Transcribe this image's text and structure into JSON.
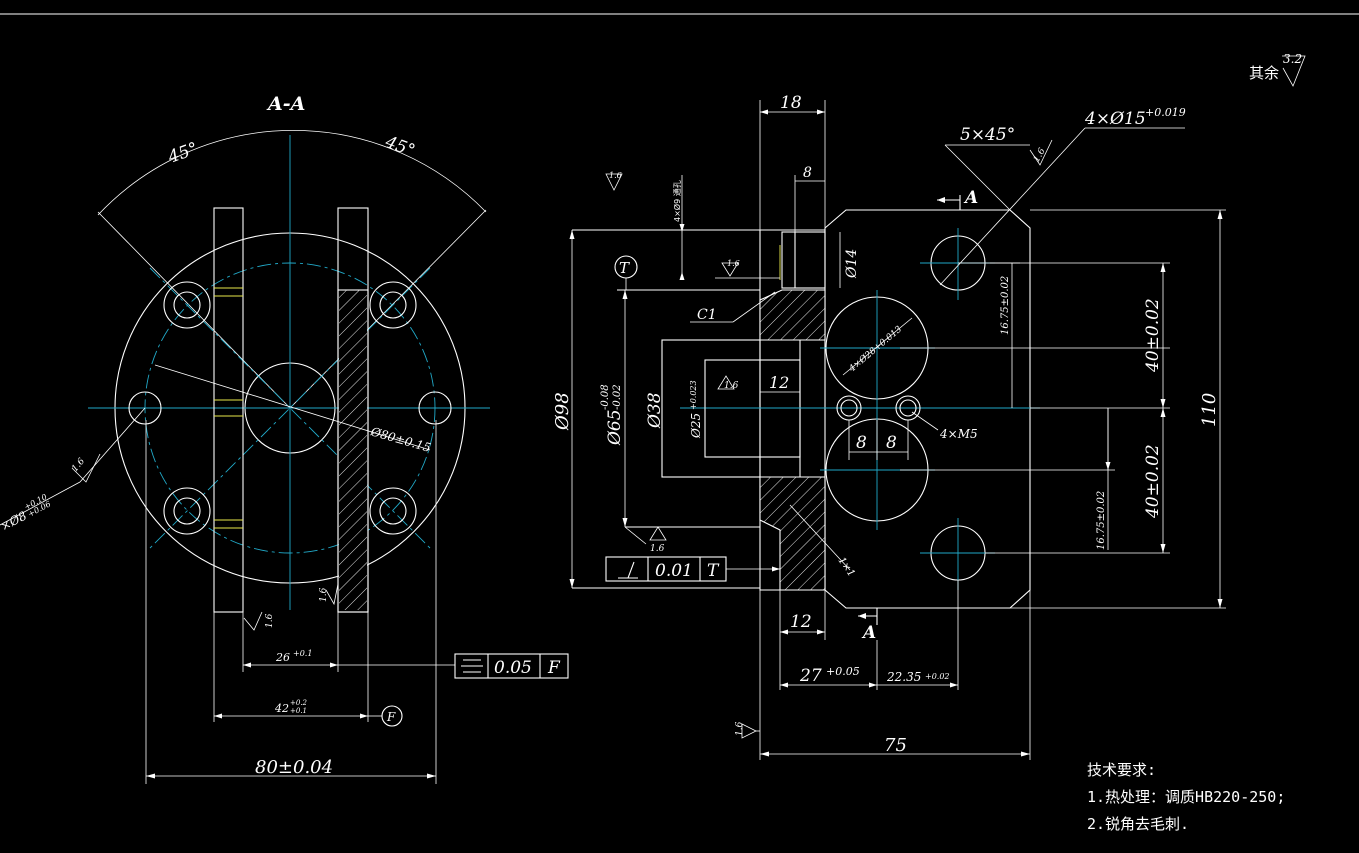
{
  "drawing": {
    "colors": {
      "background": "#000000",
      "outline": "#ffffff",
      "centerline": "#21a9c8",
      "hidden": "#e8e84a"
    }
  },
  "section_view": {
    "title": "A-A",
    "angle_left": "45°",
    "angle_right": "45°",
    "hole_dim": "×Ø8",
    "hole_tol_upper": "+0.10",
    "hole_tol_lower": "+0.06",
    "roughness_hole": "1.6",
    "pcd_dim": "Ø80±0.15",
    "roughness_slot_1": "1.6",
    "roughness_slot_2": "1.6",
    "slot_width_dim": "26",
    "slot_width_tol": "+0.1",
    "slot_outer_dim": "42",
    "slot_outer_tol_upper": "+0.2",
    "slot_outer_tol_lower": "+0.1",
    "overall_width_dim": "80±0.04",
    "symmetry_tol": "0.05",
    "symmetry_datum": "F",
    "datum_label": "F"
  },
  "front_view": {
    "dim_18": "18",
    "dim_8_top": "8",
    "chamfer_dim": "5×45°",
    "roughness_chamfer": "1.6",
    "hole_dim": "4×Ø15",
    "hole_tol": "+0.019",
    "section_marker_top": "A",
    "section_marker_bottom": "A",
    "roughness_left": "1.6",
    "small_hole_note": "4×Ø9 通孔",
    "datum_T": "T",
    "roughness_top": "1.6",
    "dim_phi14": "Ø14",
    "chamfer_c1": "C1",
    "dia_98": "Ø98",
    "dia_65": "Ø65",
    "dia_65_tol_upper": "-0.08",
    "dia_65_tol_lower": "-0.02",
    "dia_38": "Ø38",
    "dia_25": "Ø25",
    "dia_25_tol": "+0.023",
    "roughness_bore": "1.6",
    "dim_12_inner": "12",
    "large_hole_dim": "4×Ø28+0.013",
    "dim_16_75_top": "16.75±0.02",
    "dim_40_top": "40±0.02",
    "dim_110": "110",
    "thread_dim": "4×M5",
    "dim_8_a": "8",
    "dim_8_b": "8",
    "chamfer_1x1": "1×1",
    "dim_16_75_bottom": "16.75±0.02",
    "dim_40_bottom": "40±0.02",
    "roughness_bottom": "1.6",
    "perp_tol": "0.01",
    "perp_datum": "T",
    "dim_12_bottom": "12",
    "dim_27": "27",
    "dim_27_tol": "+0.05",
    "dim_22_35": "22.35",
    "dim_22_35_tol": "+0.02",
    "roughness_base": "1.6",
    "dim_75": "75"
  },
  "corner_note": {
    "label": "其余",
    "value": "3.2"
  },
  "requirements": {
    "title": "技术要求:",
    "line1": "1.热处理：调质HB220-250;",
    "line2": "2.锐角去毛刺."
  }
}
